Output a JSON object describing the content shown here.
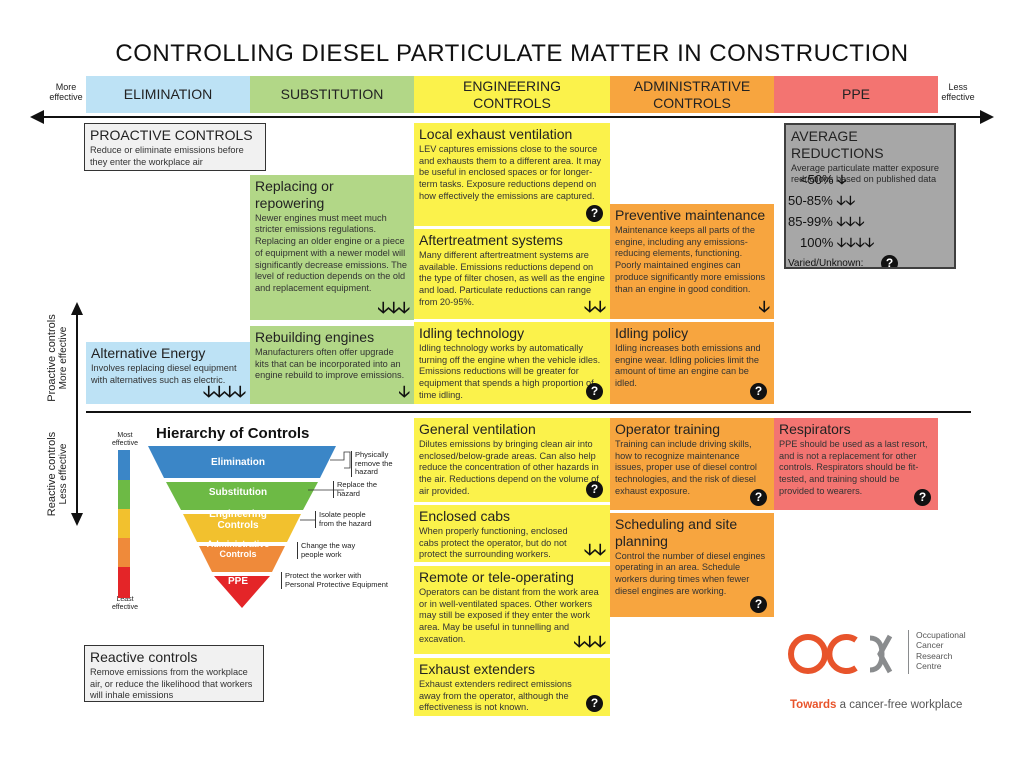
{
  "title": "CONTROLLING DIESEL PARTICULATE MATTER IN CONSTRUCTION",
  "scale": {
    "left_label": "More effective",
    "right_label": "Less effective"
  },
  "columns": [
    {
      "label": "ELIMINATION",
      "color": "#BDE2F5"
    },
    {
      "label": "SUBSTITUTION",
      "color": "#B2D787"
    },
    {
      "label": "ENGINEERING CONTROLS",
      "color": "#FBF24B"
    },
    {
      "label": "ADMINISTRATIVE CONTROLS",
      "color": "#F7A53F"
    },
    {
      "label": "PPE",
      "color": "#F37471"
    }
  ],
  "side_labels": {
    "proactive_title": "Proactive controls",
    "proactive_sub": "More effective",
    "reactive_title": "Reactive controls",
    "reactive_sub": "Less effective"
  },
  "proactive_box": {
    "title": "PROACTIVE CONTROLS",
    "text": "Reduce or eliminate emissions before they enter the workplace air"
  },
  "reactive_box": {
    "title": "Reactive controls",
    "text": "Remove emissions from the workplace air, or reduce the likelihood that workers will inhale emissions"
  },
  "average": {
    "title": "AVERAGE REDUCTIONS",
    "text": "Average particulate matter exposure reductions based on published data",
    "rows": [
      {
        "label": "<50%",
        "arrows": "🡣"
      },
      {
        "label": "50-85%",
        "arrows": "🡣🡣"
      },
      {
        "label": "85-99%",
        "arrows": "🡣🡣🡣"
      },
      {
        "label": "100%",
        "arrows": "🡣🡣🡣🡣"
      }
    ],
    "unknown_label": "Varied/Unknown:",
    "unknown_icon": "?"
  },
  "cards": {
    "alt_energy": {
      "title": "Alternative Energy",
      "text": "Involves replacing diesel equipment with alternatives such as electric.",
      "rating": "🡣🡣🡣🡣"
    },
    "replacing": {
      "title": "Replacing or repowering",
      "text": "Newer engines must meet much stricter emissions regulations. Replacing an older engine or a piece of equipment with a newer model will significantly decrease emissions. The level of reduction depends on the old and replacement equipment.",
      "rating": "🡣🡣🡣"
    },
    "rebuilding": {
      "title": "Rebuilding engines",
      "text": "Manufacturers often offer upgrade kits that can be incorporated into an engine rebuild to improve emissions.",
      "rating": "🡣"
    },
    "lev": {
      "title": "Local exhaust ventilation",
      "text": "LEV captures emissions close to the source and exhausts them to a different area. It may be useful in enclosed spaces or for longer-term tasks. Exposure reductions depend on how effectively the emissions are captured.",
      "rating": "?"
    },
    "aftertreatment": {
      "title": "Aftertreatment systems",
      "text": "Many different aftertreatment systems are available. Emissions reductions depend on the type of filter chosen, as well as the engine and load. Particulate reductions can range from 20-95%.",
      "rating": "🡣🡣"
    },
    "idling_tech": {
      "title": "Idling technology",
      "text": "Idling technology works by automatically turning off the engine when the vehicle idles. Emissions reductions will be greater for equipment that spends a high proportion of time idling.",
      "rating": "?"
    },
    "general_vent": {
      "title": "General ventilation",
      "text": "Dilutes emissions by bringing clean air into enclosed/below-grade areas. Can also help reduce the concentration of other hazards in the air. Reductions depend on the volume of air provided.",
      "rating": "?"
    },
    "enclosed_cabs": {
      "title": "Enclosed cabs",
      "text": "When properly functioning, enclosed cabs protect the operator, but do not protect the surrounding workers.",
      "rating": "🡣🡣"
    },
    "remote": {
      "title": "Remote or tele-operating",
      "text": "Operators can be distant from the work area or in well-ventilated spaces. Other workers may still be exposed if they enter the work area. May be useful in tunnelling and excavation.",
      "rating": "🡣🡣🡣"
    },
    "exhaust_ext": {
      "title": "Exhaust extenders",
      "text": "Exhaust extenders redirect emissions away from the operator, although the effectiveness is not known.",
      "rating": "?"
    },
    "preventive": {
      "title": "Preventive maintenance",
      "text": "Maintenance keeps all parts of the engine, including any emissions-reducing elements, functioning. Poorly maintained engines can produce significantly more emissions than an engine in good condition.",
      "rating": "🡣"
    },
    "idling_policy": {
      "title": "Idling policy",
      "text": "Idling increases both emissions and engine wear. Idling policies limit the amount of time an engine can be idled.",
      "rating": "?"
    },
    "operator_training": {
      "title": "Operator training",
      "text": "Training can include driving skills, how to recognize maintenance issues, proper use of diesel control technologies, and the risk of diesel exhaust exposure.",
      "rating": "?"
    },
    "scheduling": {
      "title": "Scheduling and site planning",
      "text": "Control the number of diesel engines operating in an area. Schedule workers during times when fewer diesel engines are working.",
      "rating": "?"
    },
    "respirators": {
      "title": "Respirators",
      "text": "PPE should be used as a last resort, and is not a replacement for other controls. Respirators should be fit-tested, and training should be provided to wearers.",
      "rating": "?"
    }
  },
  "hierarchy": {
    "title": "Hierarchy of Controls",
    "most_label": "Most effective",
    "least_label": "Least effective",
    "levels": [
      {
        "label": "Elimination",
        "note": "Physically remove the hazard",
        "color": "#3B86C7"
      },
      {
        "label": "Substitution",
        "note": "Replace the hazard",
        "color": "#6DBA45"
      },
      {
        "label": "Engineering Controls",
        "note": "Isolate people from the hazard",
        "color": "#F2C12E"
      },
      {
        "label": "Administrative Controls",
        "note": "Change the way people work",
        "color": "#EF8A3A"
      },
      {
        "label": "PPE",
        "note": "Protect the worker with Personal Protective Equipment",
        "color": "#E42528"
      }
    ]
  },
  "logo": {
    "org_line1": "Occupational",
    "org_line2": "Cancer",
    "org_line3": "Research",
    "org_line4": "Centre",
    "tagline_bold": "Towards",
    "tagline_rest": " a cancer-free workplace",
    "color_orange": "#E8542B",
    "color_grey": "#8A8C8E"
  }
}
